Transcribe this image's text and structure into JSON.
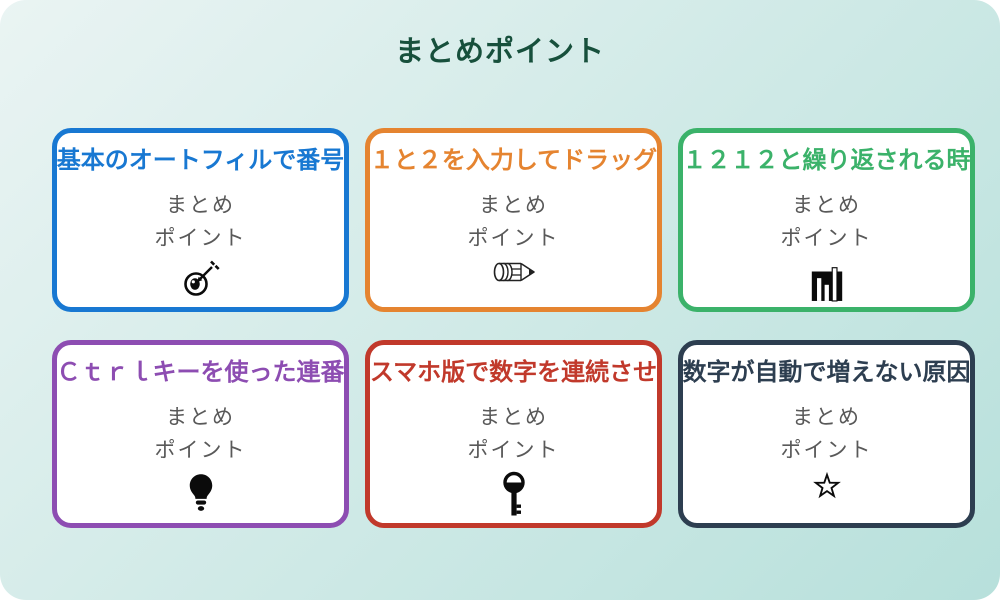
{
  "page": {
    "title": "まとめポイント",
    "title_color": "#17503c",
    "background_gradient_start": "#eaf4f3",
    "background_gradient_end": "#b7e0db",
    "card_background": "#ffffff",
    "summary_text_color": "#595959",
    "icon_color": "#0b0b0b"
  },
  "summary_label": {
    "line1": "まとめ",
    "line2": "ポイント"
  },
  "cards": [
    {
      "title": "基本のオートフィルで番号",
      "color": "#1878d2",
      "icon": "target-arrow-icon"
    },
    {
      "title": "１と２を入力してドラッグ",
      "color": "#e58430",
      "icon": "pencil-icon"
    },
    {
      "title": "１２１２と繰り返される時",
      "color": "#3bb26a",
      "icon": "bar-chart-icon"
    },
    {
      "title": "Ｃｔｒｌキーを使った連番",
      "color": "#8d4db2",
      "icon": "lightbulb-icon"
    },
    {
      "title": "スマホ版で数字を連続させ",
      "color": "#c1392b",
      "icon": "key-icon"
    },
    {
      "title": "数字が自動で増えない原因",
      "color": "#2d3e50",
      "icon": "star-icon"
    }
  ]
}
